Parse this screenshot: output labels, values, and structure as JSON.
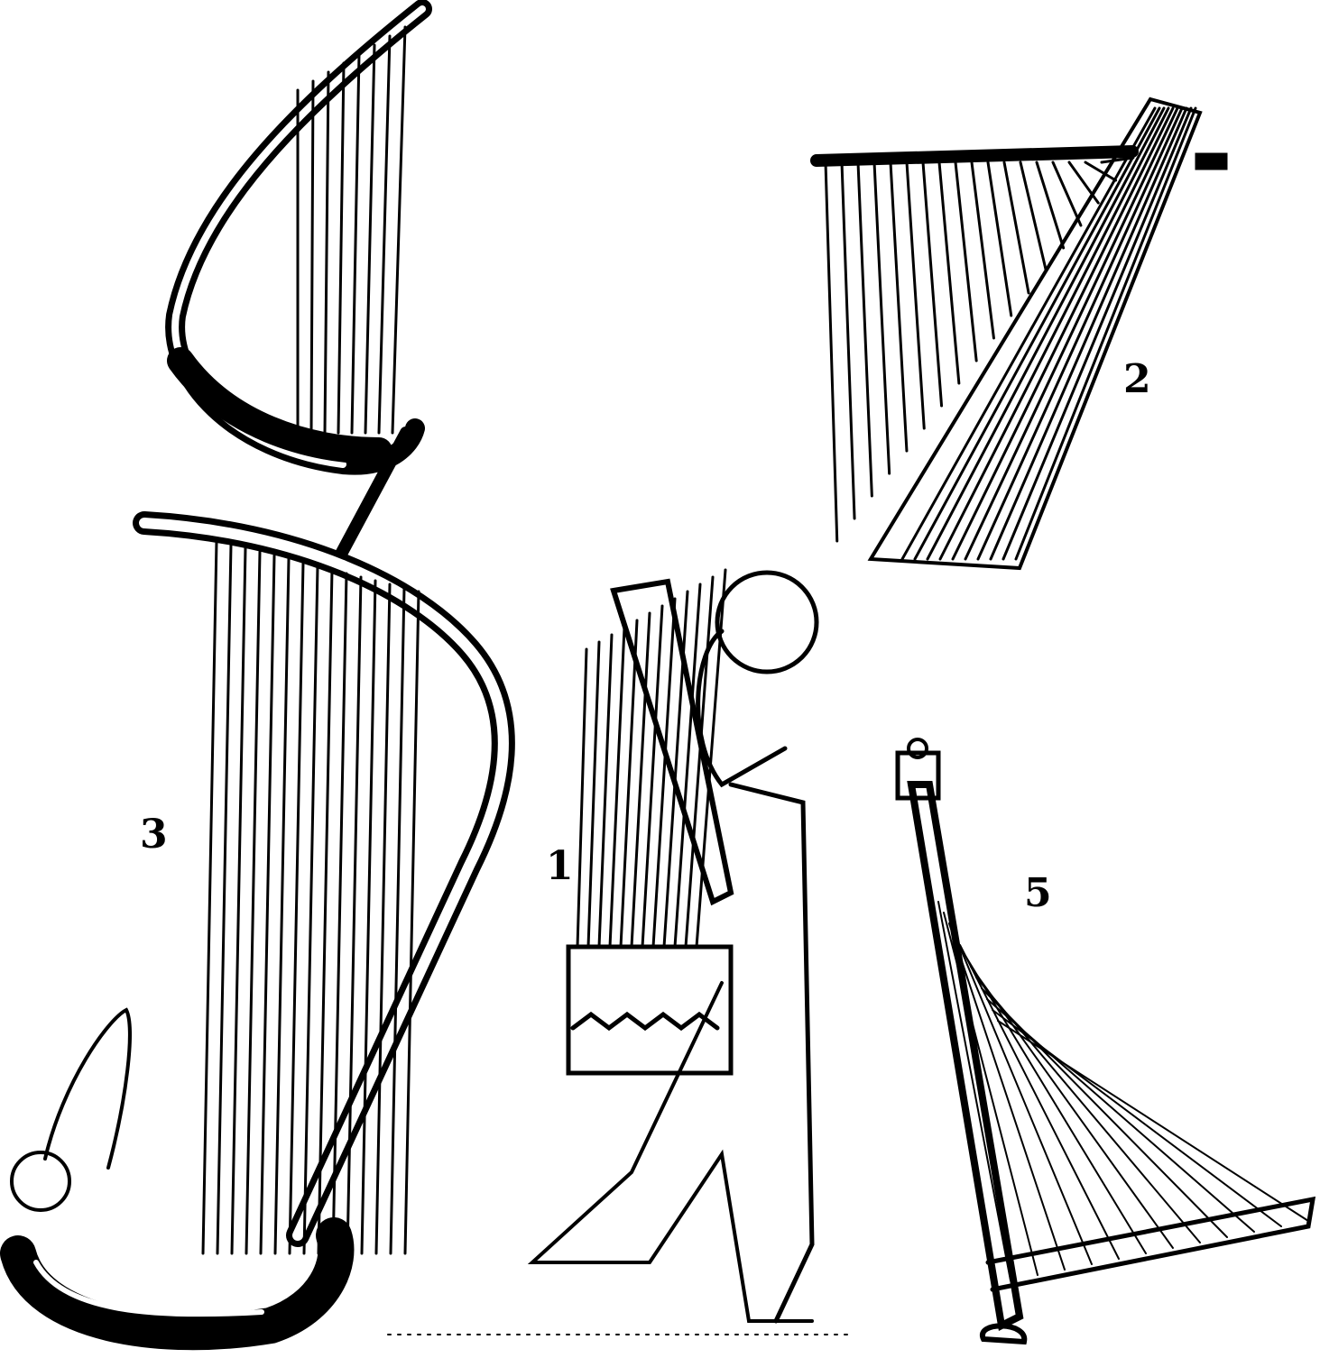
{
  "figure_labels": {
    "harp_1": "1",
    "harp_2": "2",
    "harp_3": "3",
    "harp_5": "5"
  },
  "colors": {
    "ink": "#000000",
    "paper": "#ffffff"
  }
}
